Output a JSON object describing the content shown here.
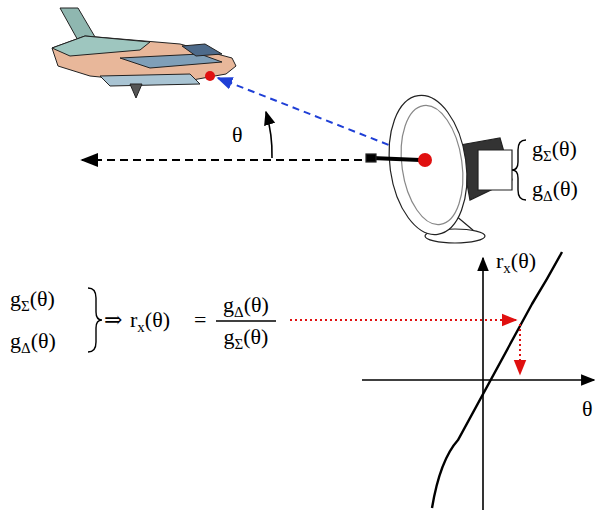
{
  "diagram": {
    "labels": [
      "θ",
      "gΣ(θ)",
      "gΔ(θ)",
      "gΣ(θ)",
      "gΔ(θ)",
      "⇒",
      "rx(θ)",
      "=",
      "gΔ(θ)",
      "gΣ(θ)",
      "rx(θ)",
      "θ"
    ]
  }
}
